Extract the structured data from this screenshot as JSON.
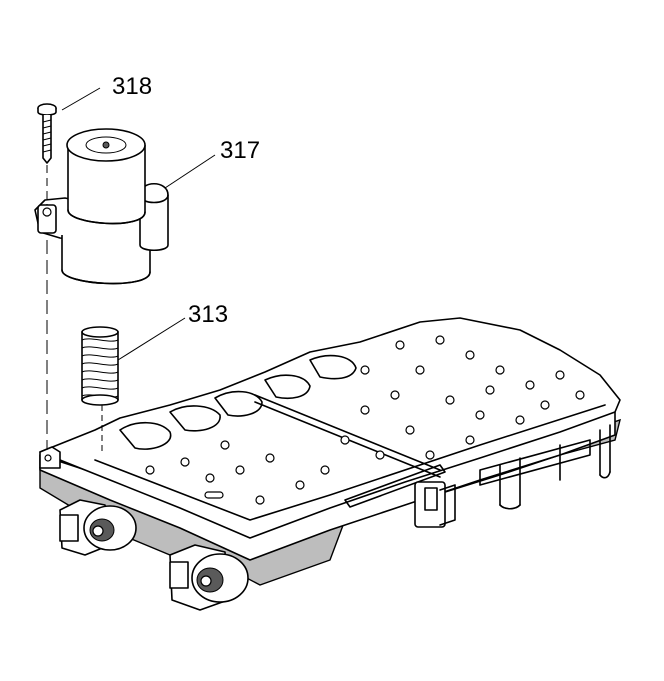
{
  "callouts": {
    "bolt": "318",
    "solenoid": "317",
    "spring": "313"
  }
}
